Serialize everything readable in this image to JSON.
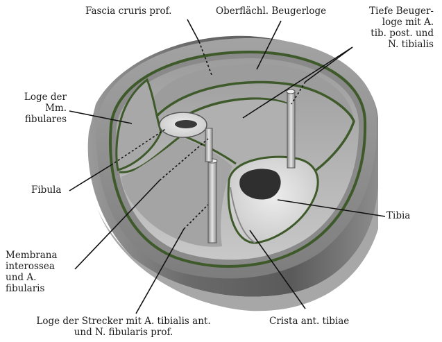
{
  "labels": {
    "fascia": "Fascia cruris prof.",
    "oberflaechl": "Oberflächl. Beugerloge",
    "tiefe": [
      "Tiefe Beuger-",
      "loge mit A.",
      "tib. post. und",
      "N. tibialis"
    ],
    "loge_fib": [
      "Loge der",
      "Mm.",
      "fibulares"
    ],
    "fibula": "Fibula",
    "tibia": "Tibia",
    "membrana": [
      "Membrana",
      "interossea",
      "und A.",
      "fibularis"
    ],
    "strecker": [
      "Loge der Strecker mit A. tibialis ant.",
      "und N. fibularis prof."
    ],
    "crista": "Crista ant. tibiae"
  },
  "colors": {
    "fascia_green": "#3f5a2a",
    "skin_outer": "#6e6e6e",
    "skin_top": "#8a8a8a",
    "cavity": "#b4b4b4",
    "bone": "#d9d9d9"
  }
}
